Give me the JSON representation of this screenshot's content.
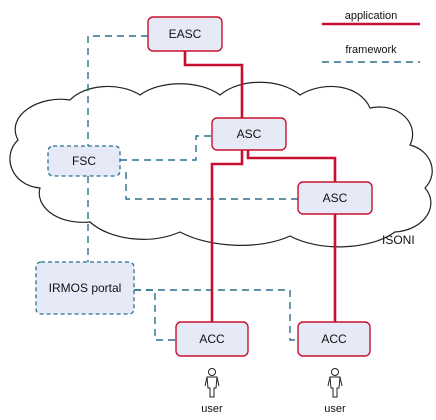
{
  "legend": {
    "application": "application",
    "framework": "framework"
  },
  "nodes": {
    "easc": "EASC",
    "asc_top": "ASC",
    "asc_right": "ASC",
    "fsc": "FSC",
    "irmos_portal": "IRMOS portal",
    "acc_left": "ACC",
    "acc_right": "ACC"
  },
  "cloud_label": "ISONI",
  "users": [
    "user",
    "user"
  ],
  "colors": {
    "application": "#c8102e",
    "framework": "#2b6f8e",
    "node_fill": "#e6eaf7",
    "cloud_stroke": "#222222"
  }
}
